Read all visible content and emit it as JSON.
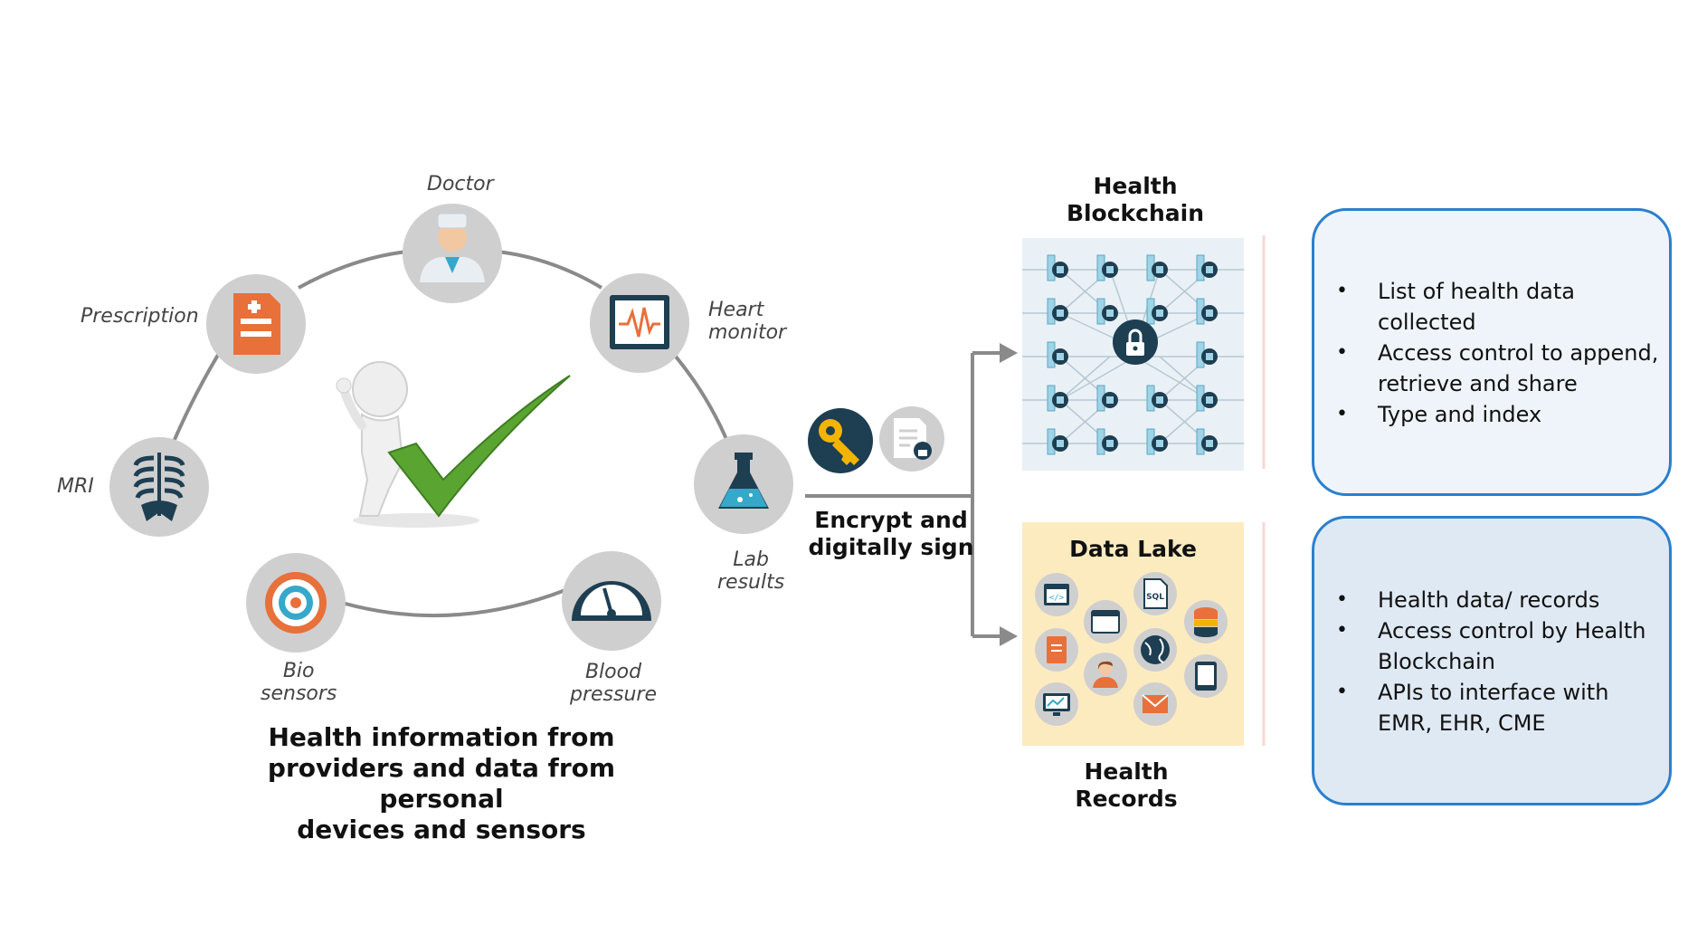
{
  "sources": {
    "doctor": "Doctor",
    "prescription": "Prescription",
    "heart_monitor_line1": "Heart",
    "heart_monitor_line2": "monitor",
    "mri": "MRI",
    "lab_results_line1": "Lab",
    "lab_results_line2": "results",
    "bio_sensors_line1": "Bio",
    "bio_sensors_line2": "sensors",
    "blood_pressure_line1": "Blood",
    "blood_pressure_line2": "pressure"
  },
  "caption": {
    "line1": "Health information from",
    "line2": "providers and data from personal",
    "line3": "devices and sensors"
  },
  "process": {
    "line1": "Encrypt and",
    "line2": "digitally sign"
  },
  "blockchain": {
    "title_line1": "Health",
    "title_line2": "Blockchain",
    "items": [
      "List of health data collected",
      "Access control to append, retrieve and share",
      "Type and index"
    ]
  },
  "records": {
    "data_lake_title": "Data Lake",
    "title_line1": "Health",
    "title_line2": "Records",
    "items": [
      "Health data/ records",
      "Access control by Health Blockchain",
      "APIs to interface with EMR, EHR, CME"
    ],
    "sql_icon_text": "SQL"
  },
  "colors": {
    "circle_gray": "#cfcfcf",
    "ring_gray": "#8a8a8a",
    "dark_teal": "#1e3e52",
    "orange": "#e8703a",
    "accent_blue": "#2b7fce",
    "data_lake_bg": "#fdebc0",
    "blockchain_bg": "#e9f1f6",
    "check_green": "#5aa532",
    "key_gold": "#f3b400"
  }
}
